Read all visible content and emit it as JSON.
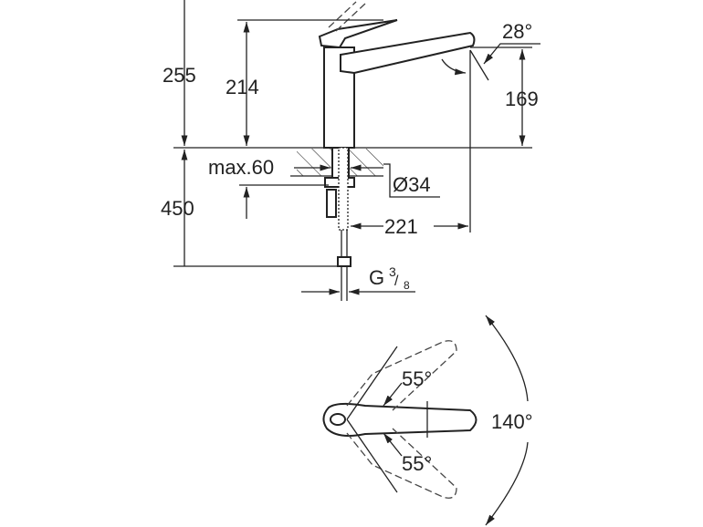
{
  "title": "Faucet dimension drawing",
  "dimensions": {
    "overall_height": "255",
    "body_height": "214",
    "spout_height": "169",
    "spout_angle": "28°",
    "max_counter": "max.60",
    "hole_diameter": "Ø34",
    "below_counter": "450",
    "spout_reach": "221",
    "connection_prefix": "G",
    "connection_num": "3",
    "connection_den": "8"
  },
  "top_view": {
    "angle_upper": "55°",
    "angle_lower": "55°",
    "swivel_angle": "140°"
  }
}
